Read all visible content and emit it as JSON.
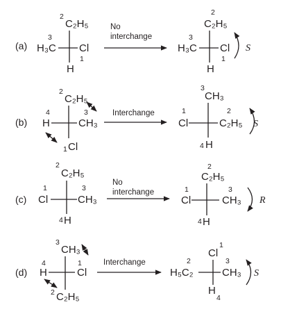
{
  "rows": [
    {
      "label": "(a)",
      "caption": [
        "No",
        "interchange"
      ],
      "config": "S",
      "left": {
        "top": "C₂H₅",
        "left": "H₃C",
        "right": "Cl",
        "bottom": "H",
        "n_top": "2",
        "n_left": "3",
        "n_right": "1"
      },
      "right": {
        "top": "C₂H₅",
        "left": "H₃C",
        "right": "Cl",
        "bottom": "H",
        "n_top": "2",
        "n_left": "3",
        "n_right": "1"
      }
    },
    {
      "label": "(b)",
      "caption": [
        "Interchange"
      ],
      "config": "S",
      "left": {
        "top": "C₂H₅",
        "left": "H",
        "right": "CH₃",
        "bottom": "Cl",
        "n_top": "2",
        "n_left": "4",
        "n_right": "3",
        "n_bottom": "1"
      },
      "right": {
        "top": "CH₃",
        "left": "Cl",
        "right": "C₂H₅",
        "bottom": "H",
        "n_top": "3",
        "n_left": "1",
        "n_right": "2",
        "n_bottom": "4"
      }
    },
    {
      "label": "(c)",
      "caption": [
        "No",
        "interchange"
      ],
      "config": "R",
      "left": {
        "top": "C₂H₅",
        "left": "Cl",
        "right": "CH₃",
        "bottom": "H",
        "n_top": "2",
        "n_left": "1",
        "n_right": "3",
        "n_bottom": "4"
      },
      "right": {
        "top": "C₂H₅",
        "left": "Cl",
        "right": "CH₃",
        "bottom": "H",
        "n_top": "2",
        "n_left": "1",
        "n_right": "3",
        "n_bottom": "4"
      }
    },
    {
      "label": "(d)",
      "caption": [
        "Interchange"
      ],
      "config": "S",
      "left": {
        "top": "CH₃",
        "left": "H",
        "right": "Cl",
        "bottom": "C₂H₅",
        "n_top": "3",
        "n_left": "4",
        "n_right": "1",
        "n_bottom": "2"
      },
      "right": {
        "top": "Cl",
        "left": "H₅C₂",
        "right": "CH₃",
        "bottom": "H",
        "n_top": "1",
        "n_left": "2",
        "n_right": "3",
        "n_bottom": "4"
      }
    }
  ],
  "colors": {
    "ink": "#231f20",
    "background": "#ffffff"
  }
}
